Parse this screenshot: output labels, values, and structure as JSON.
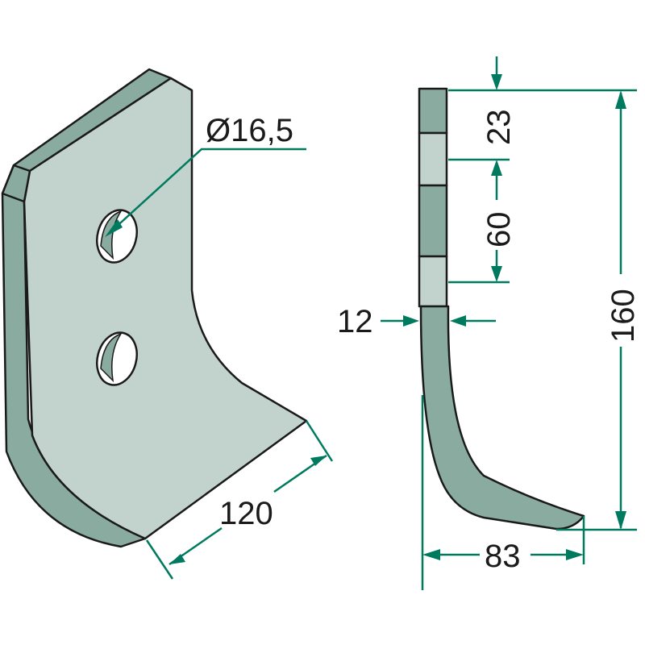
{
  "colors": {
    "face": "#c2d2cd",
    "edge": "#8aaba0",
    "dimension": "#007a5e"
  },
  "dimensions": {
    "hole_diameter": "Ø16,5",
    "width": "120",
    "top_offset": "23",
    "hole_spacing": "60",
    "height": "160",
    "thickness": "12",
    "reach": "83"
  }
}
